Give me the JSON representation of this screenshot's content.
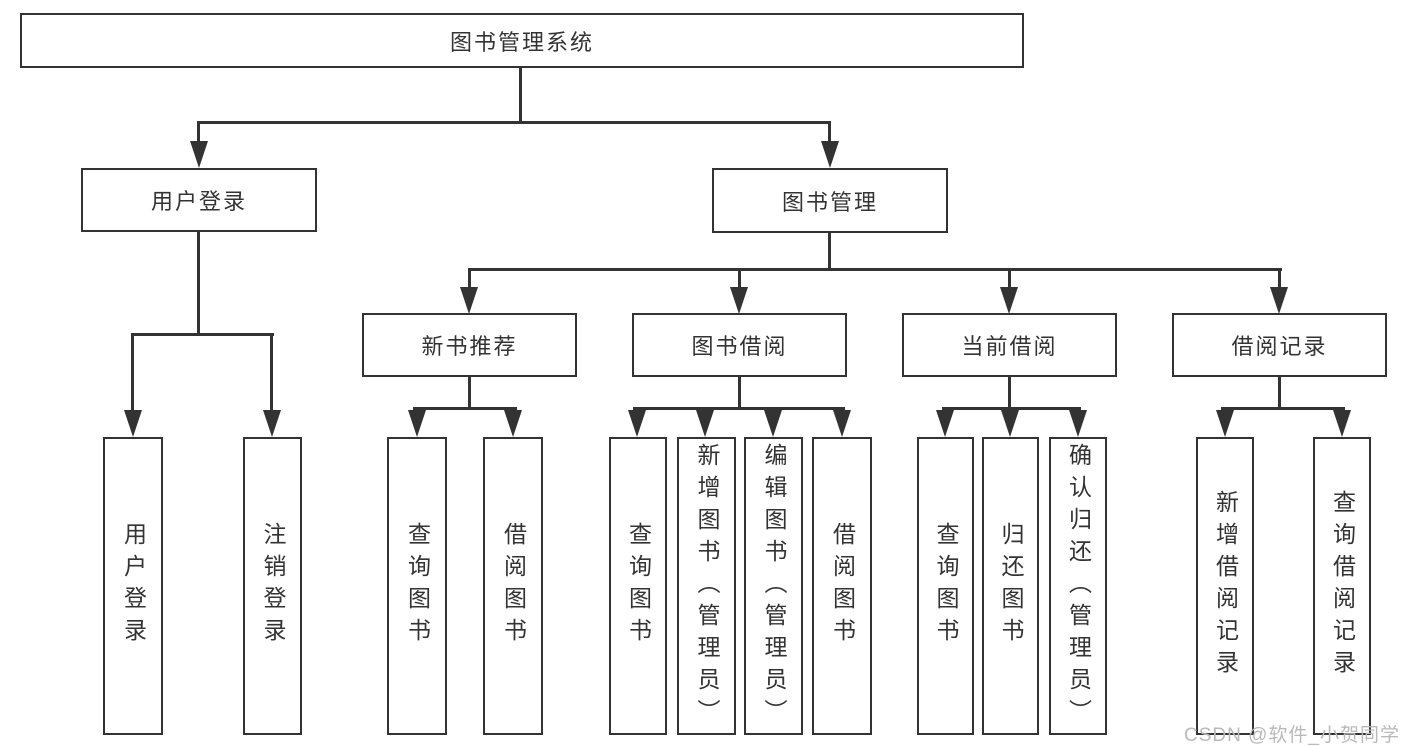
{
  "diagram": {
    "root": {
      "label": "图书管理系统"
    },
    "level2": [
      {
        "label": "用户登录"
      },
      {
        "label": "图书管理"
      }
    ],
    "level3": [
      {
        "label": "新书推荐"
      },
      {
        "label": "图书借阅"
      },
      {
        "label": "当前借阅"
      },
      {
        "label": "借阅记录"
      }
    ],
    "leaves": {
      "login": [
        {
          "label": "用户登录"
        },
        {
          "label": "注销登录"
        }
      ],
      "recommend": [
        {
          "label": "查询图书"
        },
        {
          "label": "借阅图书"
        }
      ],
      "borrow": [
        {
          "label": "查询图书"
        },
        {
          "label": "新增图书（管理员）"
        },
        {
          "label": "编辑图书（管理员）"
        },
        {
          "label": "借阅图书"
        }
      ],
      "current": [
        {
          "label": "查询图书"
        },
        {
          "label": "归还图书"
        },
        {
          "label": "确认归还（管理员）"
        }
      ],
      "records": [
        {
          "label": "新增借阅记录"
        },
        {
          "label": "查询借阅记录"
        }
      ]
    },
    "watermark": "CSDN @软件_小贺同学",
    "colors": {
      "line": "#333333",
      "text": "#333333",
      "watermark": "#b9b9b9",
      "background": "#ffffff"
    }
  }
}
